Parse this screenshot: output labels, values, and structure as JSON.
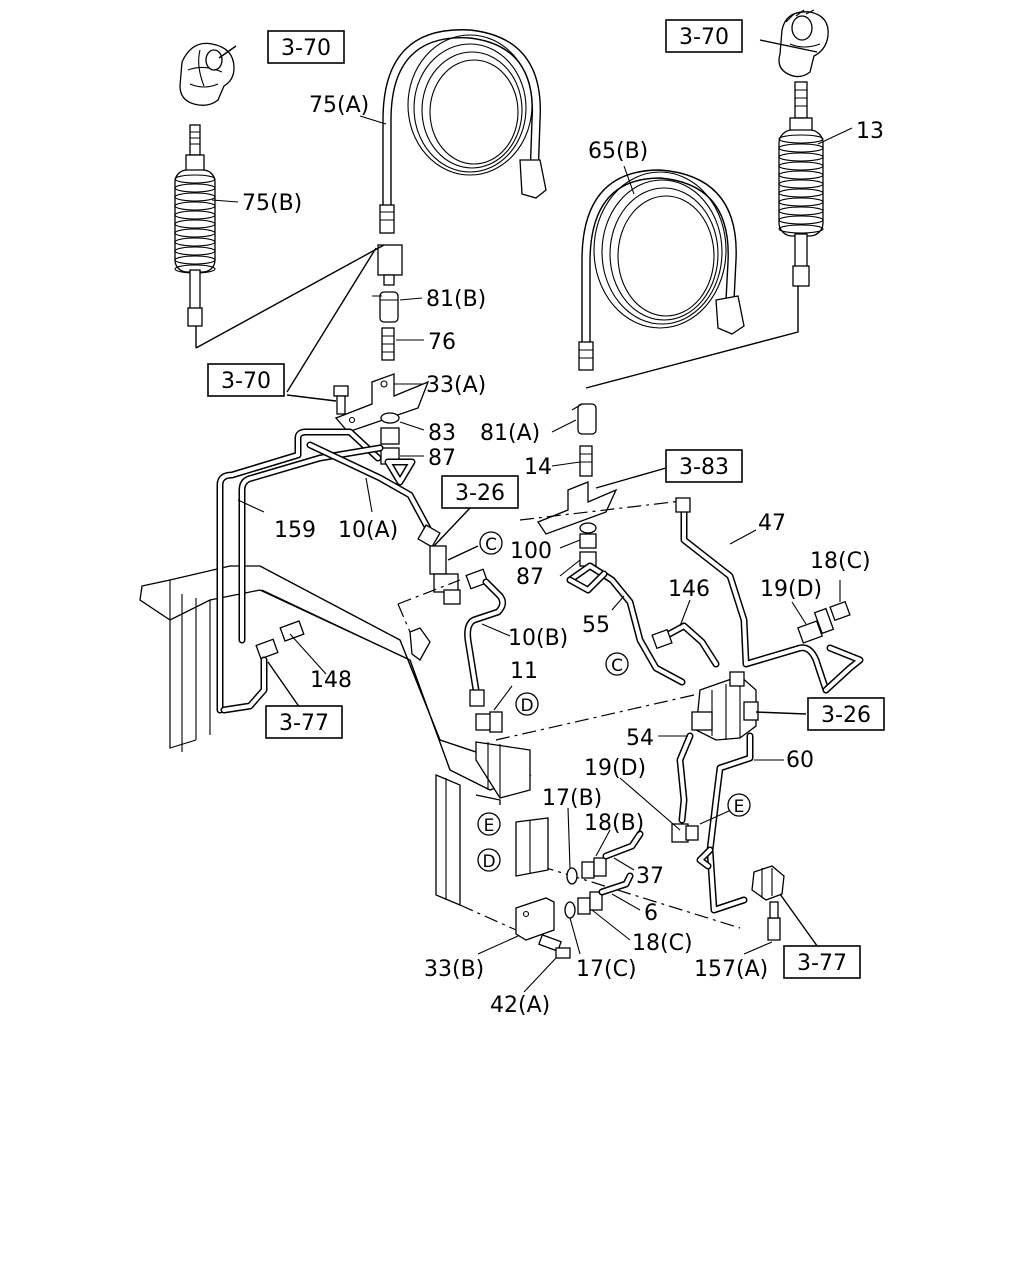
{
  "ref_boxes": {
    "r1": "3-70",
    "r2": "3-70",
    "r3": "3-70",
    "r4": "3-26",
    "r5": "3-83",
    "r6": "3-26",
    "r7": "3-77",
    "r8": "3-77"
  },
  "parts": {
    "p75a": "75(A)",
    "p75b": "75(B)",
    "p65b": "65(B)",
    "p13": "13",
    "p81b": "81(B)",
    "p76": "76",
    "p33a": "33(A)",
    "p83": "83",
    "p87a": "87",
    "p81a": "81(A)",
    "p14": "14",
    "p159": "159",
    "p10a": "10(A)",
    "p100": "100",
    "p87b": "87",
    "p47": "47",
    "p18c_top": "18(C)",
    "p19d_top": "19(D)",
    "p146": "146",
    "p55": "55",
    "p10b": "10(B)",
    "p11": "11",
    "p148": "148",
    "p54": "54",
    "p60": "60",
    "p19d_mid": "19(D)",
    "p17b": "17(B)",
    "p18b": "18(B)",
    "p37": "37",
    "p6": "6",
    "p18c_bot": "18(C)",
    "p17c": "17(C)",
    "p33b": "33(B)",
    "p42a": "42(A)",
    "p157a": "157(A)"
  },
  "connectors": {
    "c1": "C",
    "c2": "C",
    "d1": "D",
    "d2": "D",
    "e1": "E",
    "e2": "E"
  }
}
